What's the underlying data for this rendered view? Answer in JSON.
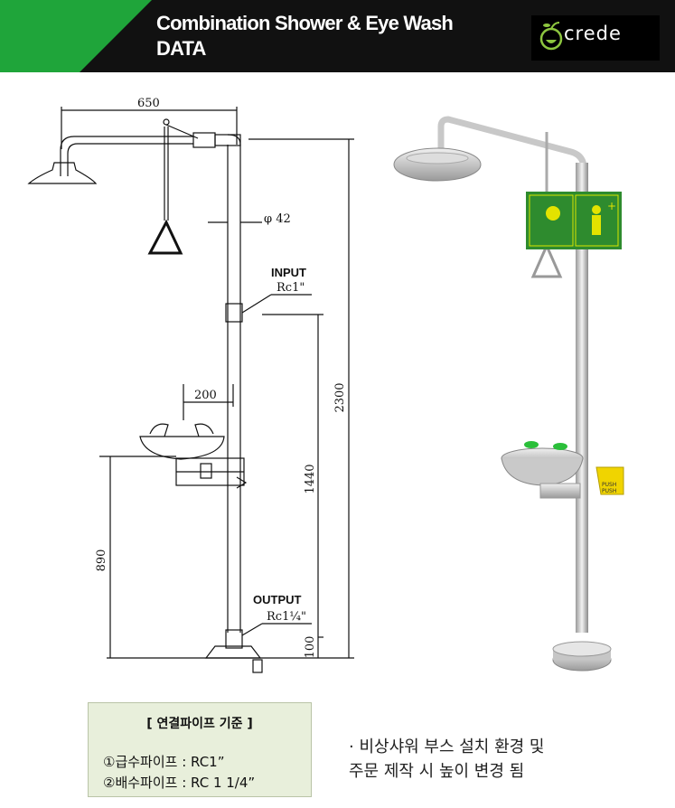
{
  "header": {
    "title_line1": "Combination Shower & Eye Wash",
    "title_line2": "DATA",
    "logo_text": "crede",
    "accent_color": "#1fa53a"
  },
  "drawing": {
    "dim_width": "650",
    "dim_pipe": "φ 42",
    "input_label": "INPUT",
    "input_size": "Rc1\"",
    "dim_bowl": "200",
    "dim_total_height": "2300",
    "dim_input_height": "1440",
    "dim_bowl_height": "890",
    "output_label": "OUTPUT",
    "output_size": "Rc1¼\"",
    "dim_base": "100"
  },
  "photo": {
    "sign_color": "#2e8b2e",
    "push_label_1": "PUSH",
    "push_label_2": "PUSH"
  },
  "connection_box": {
    "title": "[ 연결파이프 기준 ]",
    "line1": "①급수파이프 : RC1”",
    "line2": "②배수파이프 : RC 1 1/4”"
  },
  "side_note": {
    "line1": "· 비상샤워 부스 설치 환경 및",
    "line2": "  주문  제작 시 높이 변경 됨"
  }
}
